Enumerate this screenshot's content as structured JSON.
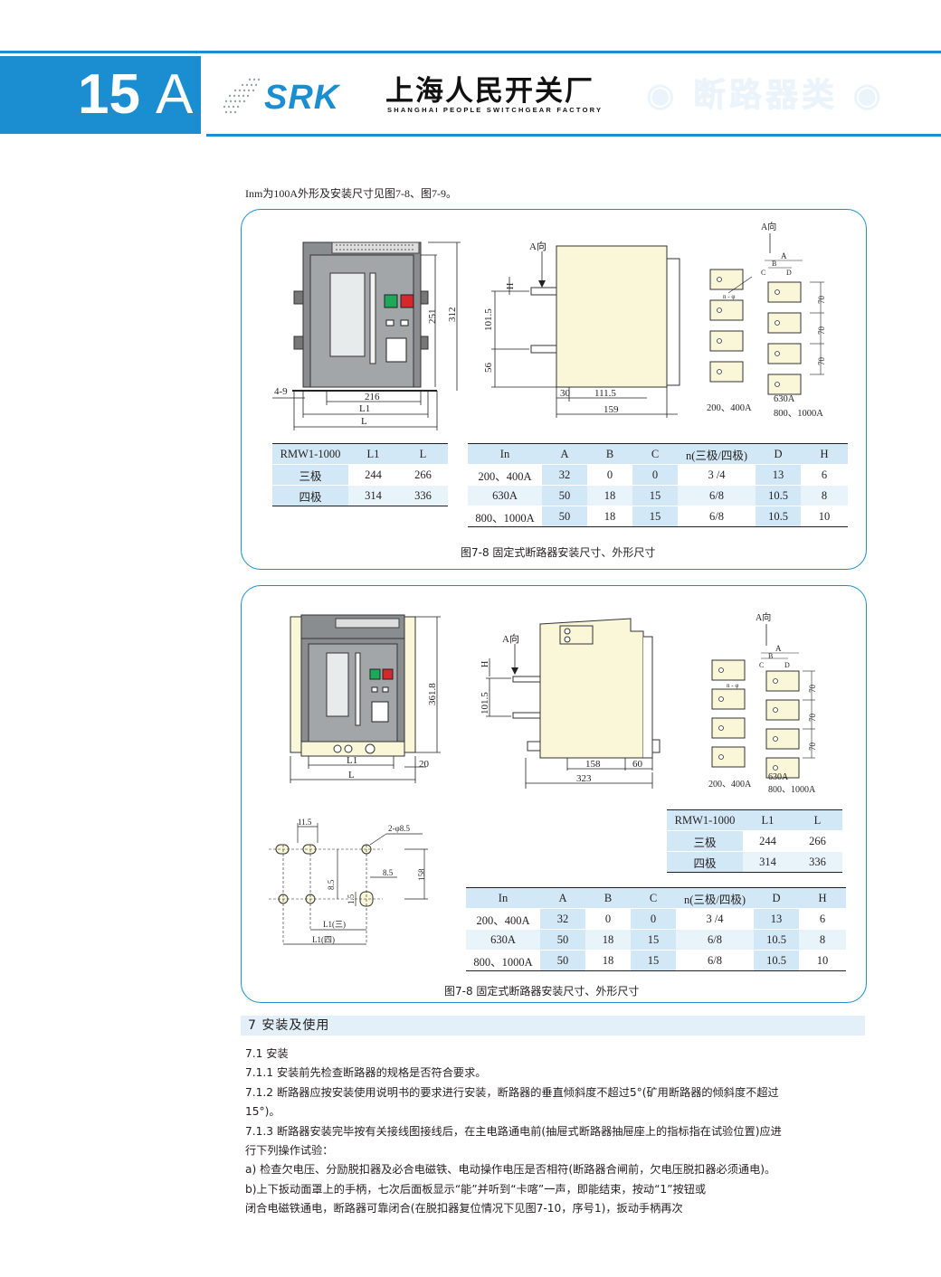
{
  "header": {
    "page_number": "15",
    "page_letter": "A",
    "brand_logo": "SRK",
    "company_name_cn": "上海人民开关厂",
    "company_name_en": "SHANGHAI PEOPLE SWITCHGEAR FACTORY",
    "category": "◉ 断路器类 ◉"
  },
  "intro": "Inm为100A外形及安装尺寸见图7-8、图7-9。",
  "figure1": {
    "caption": "图7-8  固定式断路器安装尺寸、外形尺寸",
    "front_dims": {
      "h251": "251",
      "h312": "312",
      "holes": "4-9",
      "w216": "216",
      "L1": "L1",
      "L": "L"
    },
    "side_dims": {
      "view": "A向",
      "H": "H",
      "h1015": "101.5",
      "h56": "56",
      "w30": "30",
      "w1115": "111.5",
      "w159": "159"
    },
    "terminal_dims": {
      "view": "A向",
      "A": "A",
      "B": "B",
      "C": "C",
      "D": "D",
      "n": "n - φ",
      "d70a": "70",
      "d70b": "70",
      "d70c": "70",
      "label_left": "200、400A",
      "label_right1": "630A",
      "label_right2": "800、1000A"
    },
    "table_small": {
      "headers": [
        "RMW1-1000",
        "L1",
        "L"
      ],
      "rows": [
        [
          "三极",
          "244",
          "266"
        ],
        [
          "四极",
          "314",
          "336"
        ]
      ]
    },
    "table_large": {
      "headers": [
        "In",
        "A",
        "B",
        "C",
        "n(三极/四极)",
        "D",
        "H"
      ],
      "rows": [
        [
          "200、400A",
          "32",
          "0",
          "0",
          "3 /4",
          "13",
          "6"
        ],
        [
          "630A",
          "50",
          "18",
          "15",
          "6/8",
          "10.5",
          "8"
        ],
        [
          "800、1000A",
          "50",
          "18",
          "15",
          "6/8",
          "10.5",
          "10"
        ]
      ]
    }
  },
  "figure2": {
    "caption": "图7-8  固定式断路器安装尺寸、外形尺寸",
    "front_dims": {
      "h3618": "361.8",
      "L1": "L1",
      "L": "L",
      "w20": "20"
    },
    "side_dims": {
      "view": "A向",
      "H": "H",
      "h1015": "101.5",
      "w158": "158",
      "w60": "60",
      "w323": "323"
    },
    "terminal_dims": {
      "view": "A向",
      "A": "A",
      "B": "B",
      "C": "C",
      "D": "D",
      "n": "n - φ",
      "d70a": "70",
      "d70b": "70",
      "d70c": "70",
      "label_left": "200、400A",
      "label_right1": "630A",
      "label_right2": "800、1000A"
    },
    "mount_dims": {
      "w115": "11.5",
      "holes": "2-φ8.5",
      "h85": "8.5",
      "w85": "8.5",
      "h158": "158",
      "w15": "1.5",
      "L1_three": "L1(三)",
      "L1_four": "L1(四)"
    },
    "table_small": {
      "headers": [
        "RMW1-1000",
        "L1",
        "L"
      ],
      "rows": [
        [
          "三极",
          "244",
          "266"
        ],
        [
          "四极",
          "314",
          "336"
        ]
      ]
    },
    "table_large": {
      "headers": [
        "In",
        "A",
        "B",
        "C",
        "n(三极/四极)",
        "D",
        "H"
      ],
      "rows": [
        [
          "200、400A",
          "32",
          "0",
          "0",
          "3 /4",
          "13",
          "6"
        ],
        [
          "630A",
          "50",
          "18",
          "15",
          "6/8",
          "10.5",
          "8"
        ],
        [
          "800、1000A",
          "50",
          "18",
          "15",
          "6/8",
          "10.5",
          "10"
        ]
      ]
    }
  },
  "section": {
    "title": "7  安装及使用",
    "paragraphs": [
      "7.1  安装",
      "7.1.1  安装前先检查断路器的规格是否符合要求。",
      "7.1.2  断路器应按安装使用说明书的要求进行安装，断路器的垂直倾斜度不超过5°(矿用断路器的倾斜度不超过",
      "15°)。",
      "7.1.3  断路器安装完毕按有关接线图接线后，在主电路通电前(抽屉式断路器抽屉座上的指标指在试验位置)应进",
      "行下列操作试验：",
      "  a)  检查欠电压、分励脱扣器及必合电磁铁、电动操作电压是否相符(断路器合闸前，欠电压脱扣器必须通电)。",
      "  b)上下扳动面罩上的手柄，七次后面板显示“能”并听到“卡喀”一声，即能结束，按动“1”按钮或",
      "闭合电磁铁通电，断路器可靠闭合(在脱扣器复位情况下见图7-10，序号1)，扳动手柄再次"
    ]
  },
  "colors": {
    "brand_blue": "#1a8ed0",
    "table_header": "#d3e8f6",
    "panel_fill": "#faf6d8"
  }
}
